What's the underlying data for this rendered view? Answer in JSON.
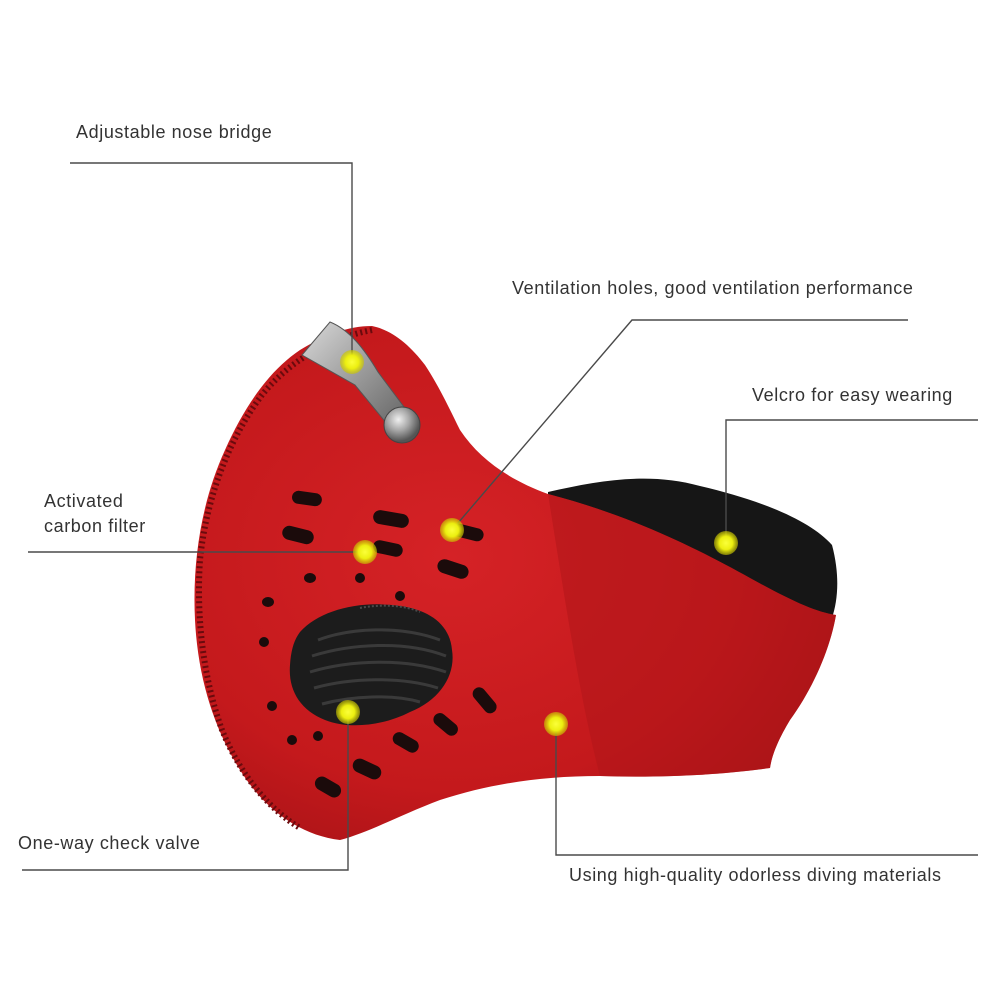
{
  "callouts": {
    "nose_bridge": "Adjustable nose bridge",
    "ventilation": "Ventilation holes, good ventilation performance",
    "velcro": "Velcro for easy wearing",
    "filter_line1": "Activated",
    "filter_line2": "carbon filter",
    "valve": "One-way check valve",
    "material": "Using high-quality odorless diving materials"
  },
  "colors": {
    "mask_red": "#c4191c",
    "mask_red_dark": "#8f0f12",
    "lining_black": "#161616",
    "valve_black": "#1c1c1c",
    "marker_yellow": "#f2f21a",
    "leader_line": "#4a4a4a",
    "text": "#333333"
  },
  "icons": {
    "marker": "yellow-dot-marker"
  }
}
